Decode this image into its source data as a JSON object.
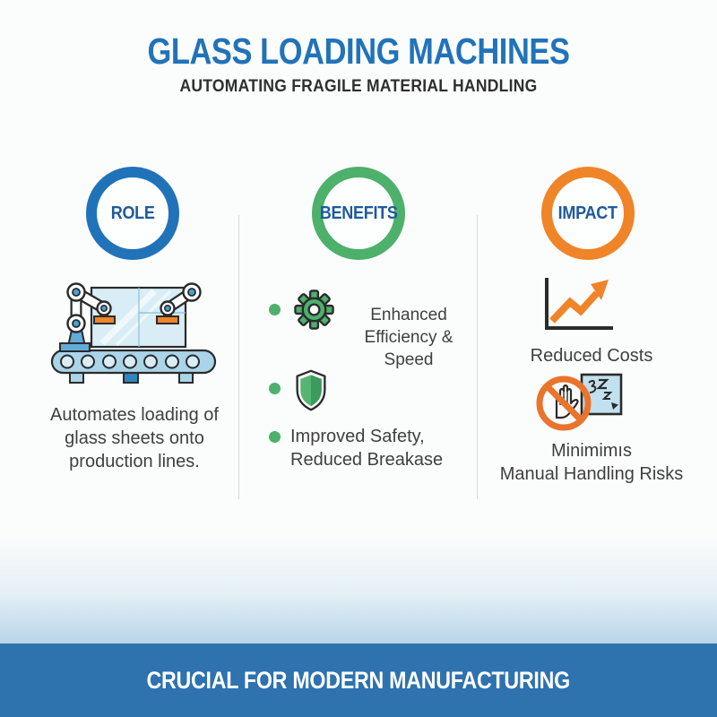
{
  "header": {
    "title": "GLASS LOADING MACHINES",
    "subtitle": "AUTOMATING FRAGILE MATERIAL HANDLING"
  },
  "role": {
    "label": "ROLE",
    "illustration_icon": "glass-loading-machine-icon",
    "description": {
      "line1": "Automates loading of",
      "line2": "glass sheets onto",
      "line3": "production lines."
    }
  },
  "benefits": {
    "label": "BENEFITS",
    "item1": {
      "icon": "gear-icon",
      "line1": "Enhanced",
      "line2": "Efficiency & Speed"
    },
    "item2": {
      "icon": "shield-icon"
    },
    "item3": {
      "line1": "Improved Safety,",
      "line2": "Reduced Breakase"
    }
  },
  "impact": {
    "label": "IMPACT",
    "item1": {
      "icon": "growth-chart-icon",
      "caption": "Reduced Costs"
    },
    "item2": {
      "icon": "no-manual-handling-icon",
      "caption_line1": "Minimimıs",
      "caption_line2": "Manual Handling Risks"
    }
  },
  "footer": {
    "banner": "CRUCIAL FOR MODERN MANUFACTURING"
  },
  "colors": {
    "title_blue": "#2173b9",
    "circle_label_blue": "#1e5a9c",
    "role_ring": "#2173b9",
    "benefits_ring": "#4db06b",
    "impact_ring": "#f08429",
    "bullet_green": "#4db06b",
    "accent_orange": "#ef8429",
    "banner_blue": "#2e72ae",
    "body_text": "#3f3f3f"
  }
}
